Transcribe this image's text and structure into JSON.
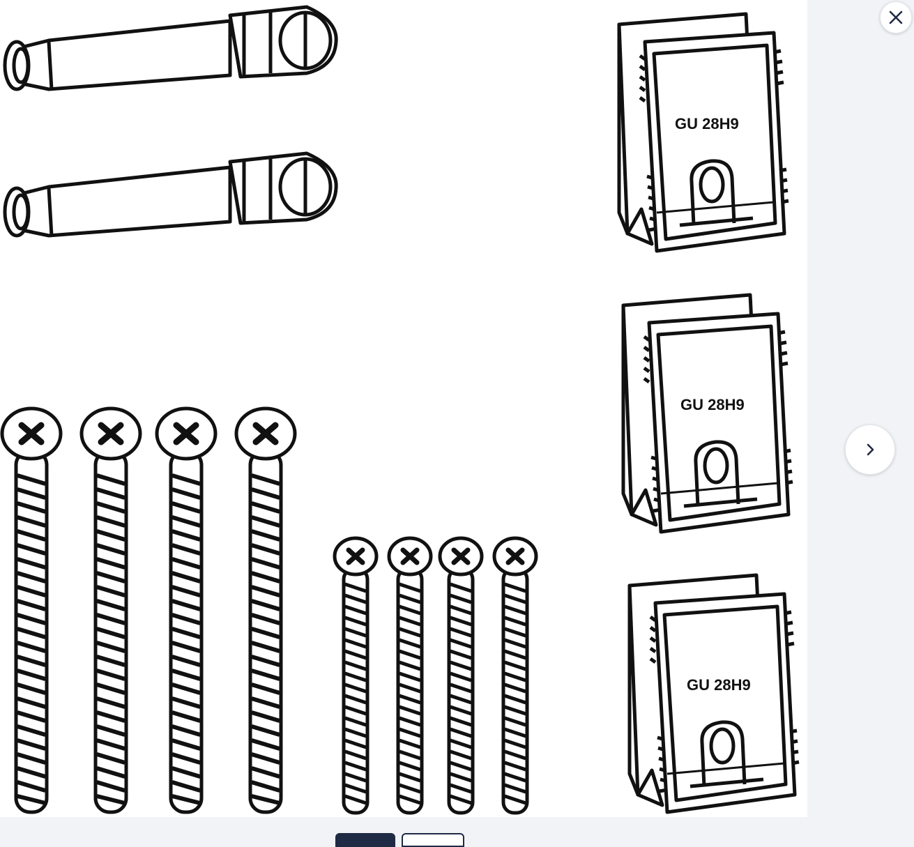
{
  "viewer": {
    "image_alt": "Mounting hardware kit: 2 pins, 8 screws, 3 wall brackets",
    "parts": {
      "pins": {
        "count": 2
      },
      "long_screws": {
        "count": 4
      },
      "short_screws": {
        "count": 4
      },
      "brackets": {
        "count": 3,
        "stamp_text": "GU 28H9"
      }
    }
  },
  "controls": {
    "close_icon": "close-icon",
    "next_icon": "chevron-right-icon"
  },
  "thumbnails": {
    "count": 2,
    "active_index": 0
  },
  "colors": {
    "background": "#f1f3f6",
    "line_art": "#111111",
    "thumb_active": "#1f2a44"
  }
}
